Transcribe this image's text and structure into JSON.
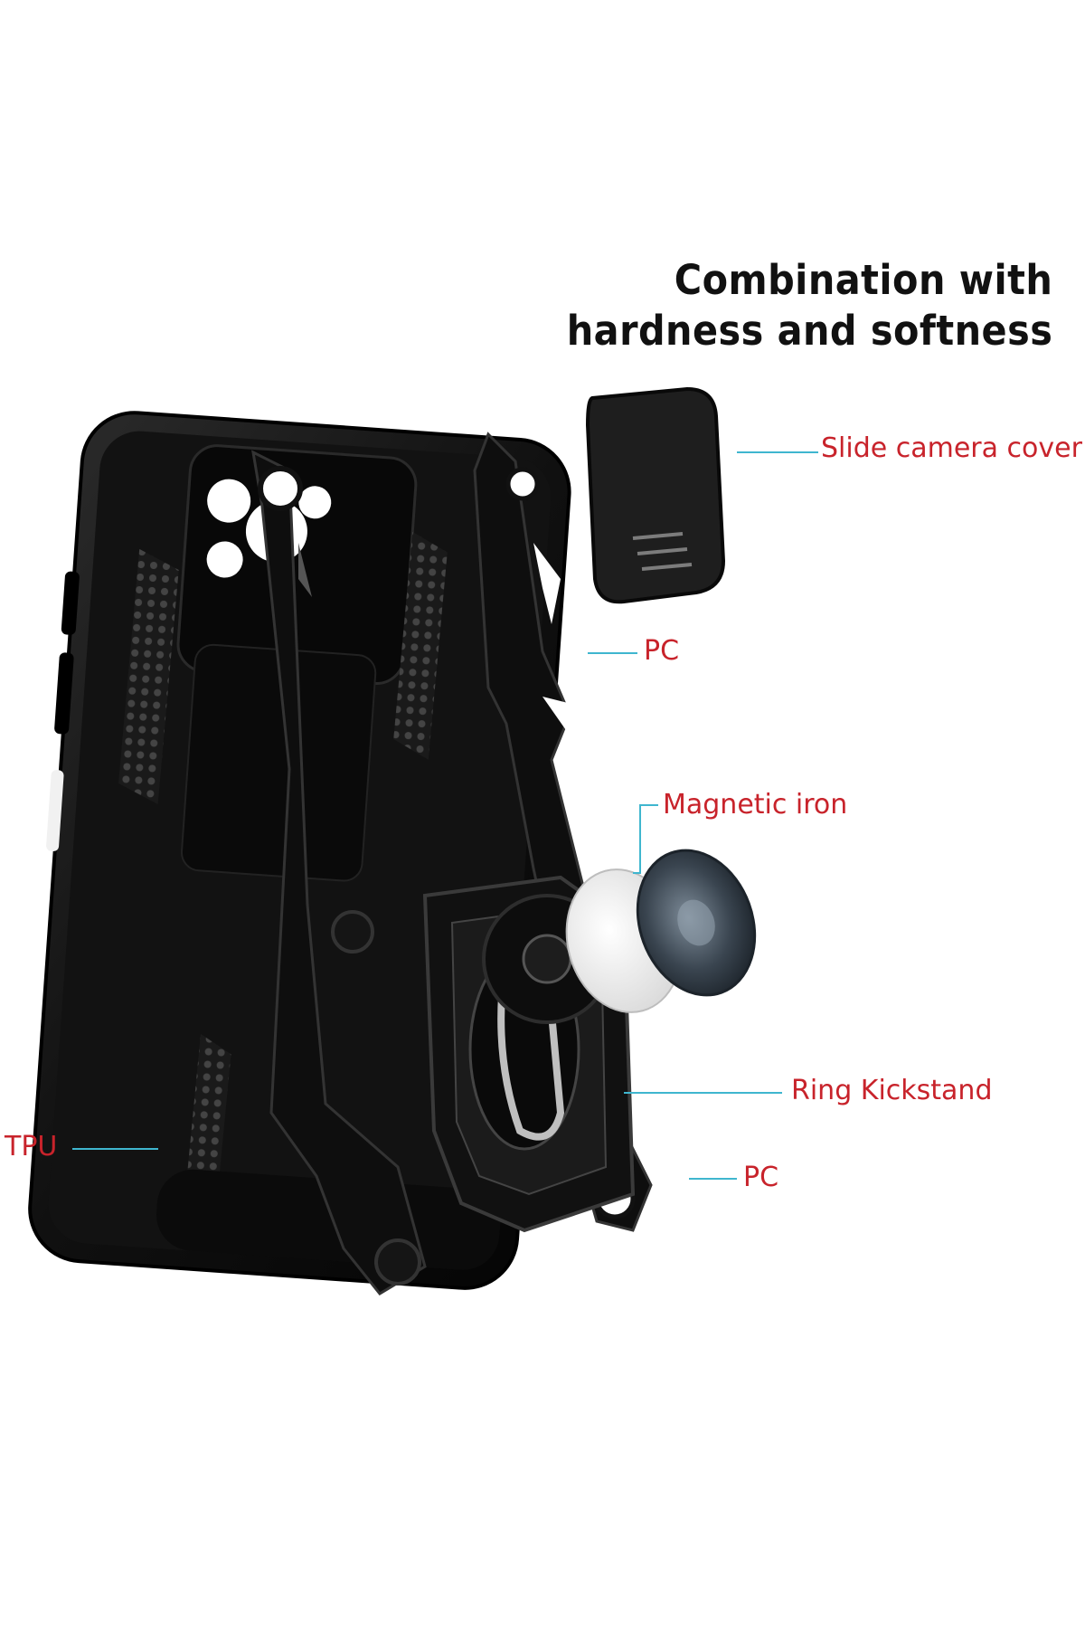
{
  "headline": {
    "line1": "Combination with",
    "line2": "hardness and softness"
  },
  "callouts": {
    "slide_camera_cover": "Slide camera cover",
    "pc_top": "PC",
    "magnetic_iron": "Magnetic iron",
    "ring_kickstand": "Ring Kickstand",
    "pc_bottom": "PC",
    "tpu": "TPU"
  },
  "colors": {
    "callout_text": "#c8232b",
    "leader_line": "#3fb6cf",
    "headline_text": "#111111",
    "case_black": "#0d0d0d"
  }
}
